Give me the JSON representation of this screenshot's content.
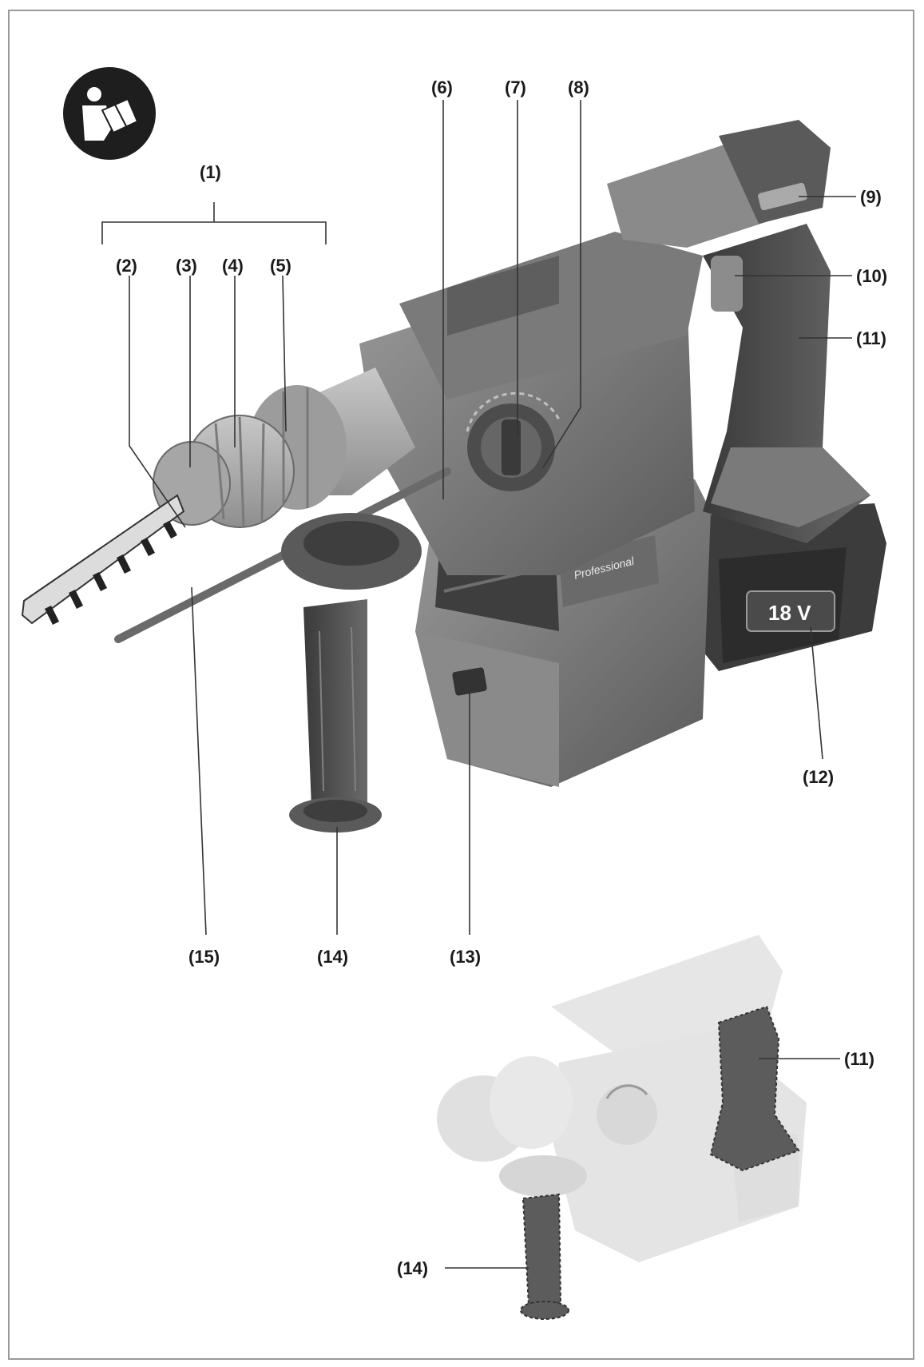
{
  "manual_icon": "read-manual-icon",
  "labels": {
    "l1": "(1)",
    "l2": "(2)",
    "l3": "(3)",
    "l4": "(4)",
    "l5": "(5)",
    "l6": "(6)",
    "l7": "(7)",
    "l8": "(8)",
    "l9": "(9)",
    "l10": "(10)",
    "l11": "(11)",
    "l12": "(12)",
    "l13": "(13)",
    "l14": "(14)",
    "l15": "(15)",
    "l11b": "(11)",
    "l14b": "(14)"
  },
  "product": {
    "battery_voltage": "18 V",
    "brand_badge": "Professional"
  },
  "colors": {
    "body_dark": "#4a4a4a",
    "body_mid": "#7c7c7c",
    "body_light": "#b5b5b5",
    "faded": "#e2e2e2",
    "highlight": "#5c5c5c"
  }
}
